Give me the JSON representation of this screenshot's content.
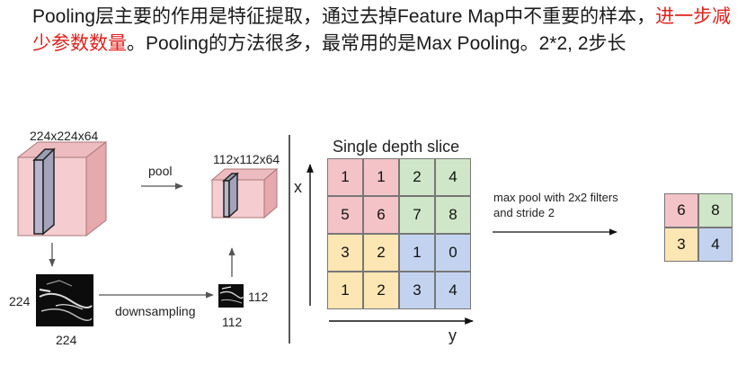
{
  "paragraph": {
    "part1": "Pooling层主要的作用是特征提取，通过去掉Feature Map中不重要的样本，",
    "highlight": "进一步减少参数数量",
    "part2": "。Pooling的方法很多，最常用的是Max Pooling。2*2, 2步长"
  },
  "left_diagram": {
    "big_volume_label": "224x224x64",
    "small_volume_label": "112x112x64",
    "pool_label": "pool",
    "downsampling_label": "downsampling",
    "big_slice_height_label": "224",
    "big_slice_width_label": "224",
    "small_slice_height_label": "112",
    "small_slice_width_label": "112"
  },
  "right_diagram": {
    "title": "Single depth slice",
    "x_axis": "x",
    "y_axis": "y",
    "matrix": [
      [
        "1",
        "1",
        "2",
        "4"
      ],
      [
        "5",
        "6",
        "7",
        "8"
      ],
      [
        "3",
        "2",
        "1",
        "0"
      ],
      [
        "1",
        "2",
        "3",
        "4"
      ]
    ],
    "caption_line1": "max pool with 2x2 filters",
    "caption_line2": "and stride 2",
    "output": [
      [
        "6",
        "8"
      ],
      [
        "3",
        "4"
      ]
    ]
  },
  "colors": {
    "highlight_text": "#e0211b",
    "red": "#f3c3c7",
    "green": "#cfe6c8",
    "yellow": "#fbe6b4",
    "blue": "#c3d3ef"
  }
}
